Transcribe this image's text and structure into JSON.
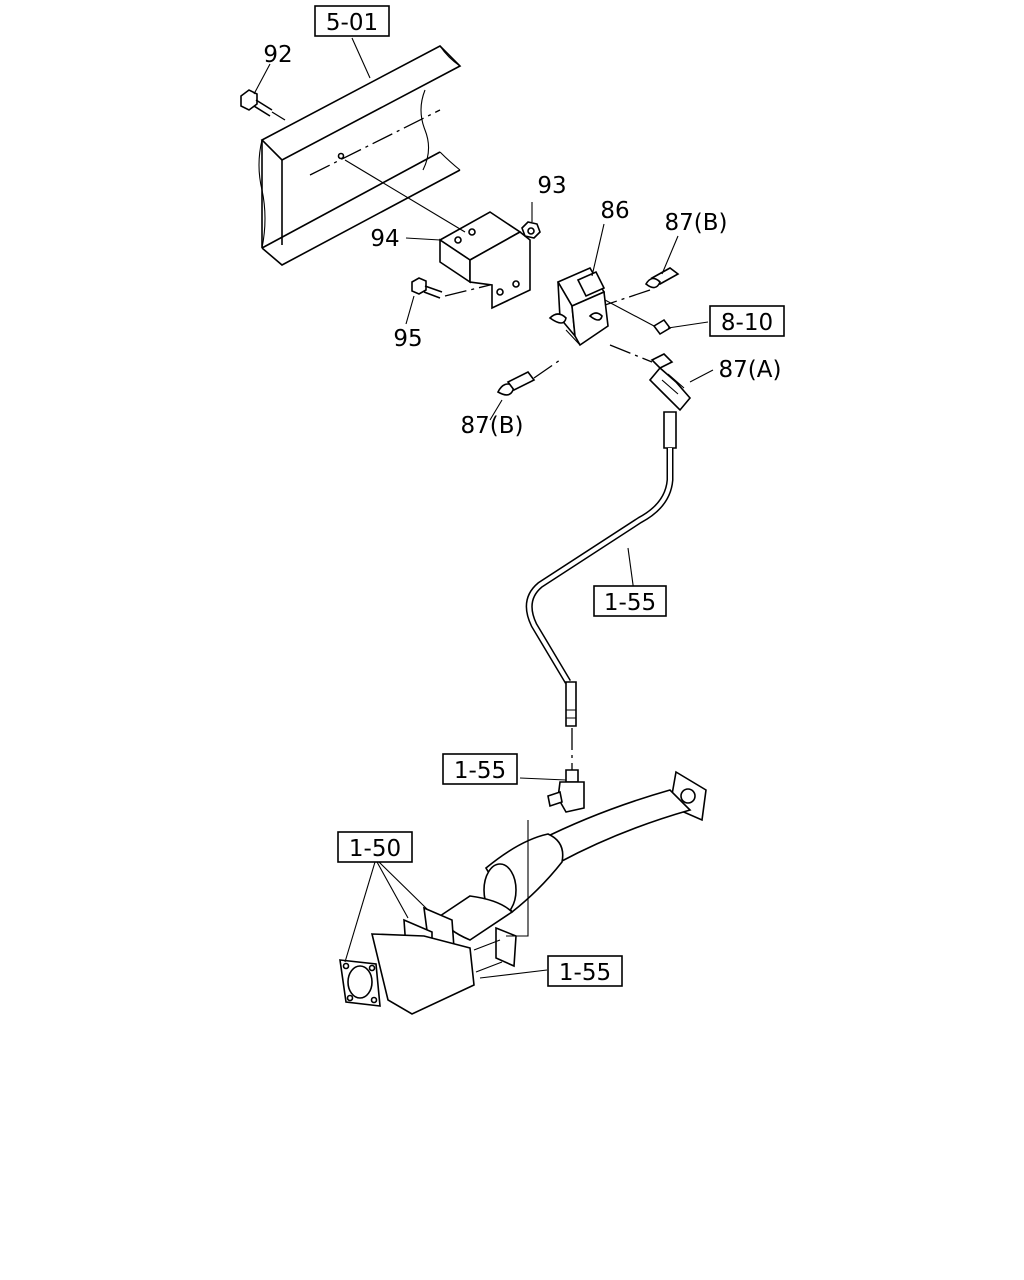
{
  "ref_boxes": {
    "frame": "5-01",
    "harness": "8-10",
    "pipe_upper": "1-55",
    "pipe_tee": "1-55",
    "pipe_lower": "1-55",
    "exhaust": "1-50"
  },
  "part_labels": {
    "bolt_92": "92",
    "nut_93": "93",
    "bracket_94": "94",
    "bolt_95": "95",
    "valve_86": "86",
    "fitting_87b_right": "87(B)",
    "fitting_87b_left": "87(B)",
    "fitting_87a": "87(A)"
  }
}
